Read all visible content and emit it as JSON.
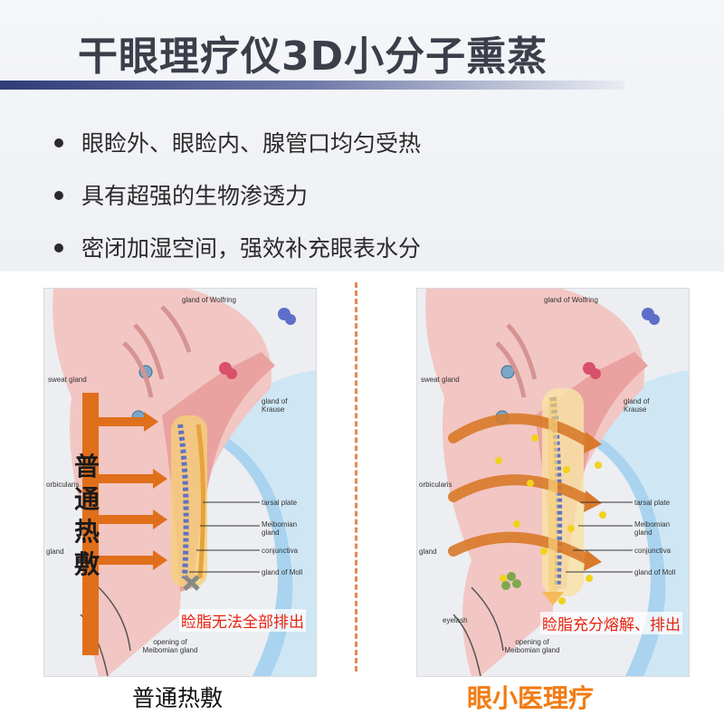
{
  "title": "干眼理疗仪3D小分子熏蒸",
  "bullets": [
    "眼睑外、眼睑内、腺管口均匀受热",
    "具有超强的生物渗透力",
    "密闭加湿空间，强效补充眼表水分"
  ],
  "anatomy_labels": {
    "gland_wolfring": "gland of Wolfring",
    "sweat_gland": "sweat gland",
    "gland_krause": "gland of Krause",
    "tarsal_plate": "tarsal plate",
    "meibomian_gland": "Meibomian gland",
    "conjunctiva": "conjunctiva",
    "gland_moll": "gland of Moll",
    "orbicularis": "orbicularis",
    "gland_of": "gland",
    "eyelash": "eyelash",
    "opening": "opening of Meibomian gland"
  },
  "left_panel": {
    "vertical_text": "普通热敷",
    "note": "睑脂无法全部排出",
    "caption": "普通热敷"
  },
  "right_panel": {
    "note": "睑脂充分熔解、排出",
    "caption": "眼小医理疗"
  },
  "colors": {
    "accent_orange": "#f07c16",
    "note_red": "#e8230f",
    "title_bar": "#2f3c79"
  }
}
